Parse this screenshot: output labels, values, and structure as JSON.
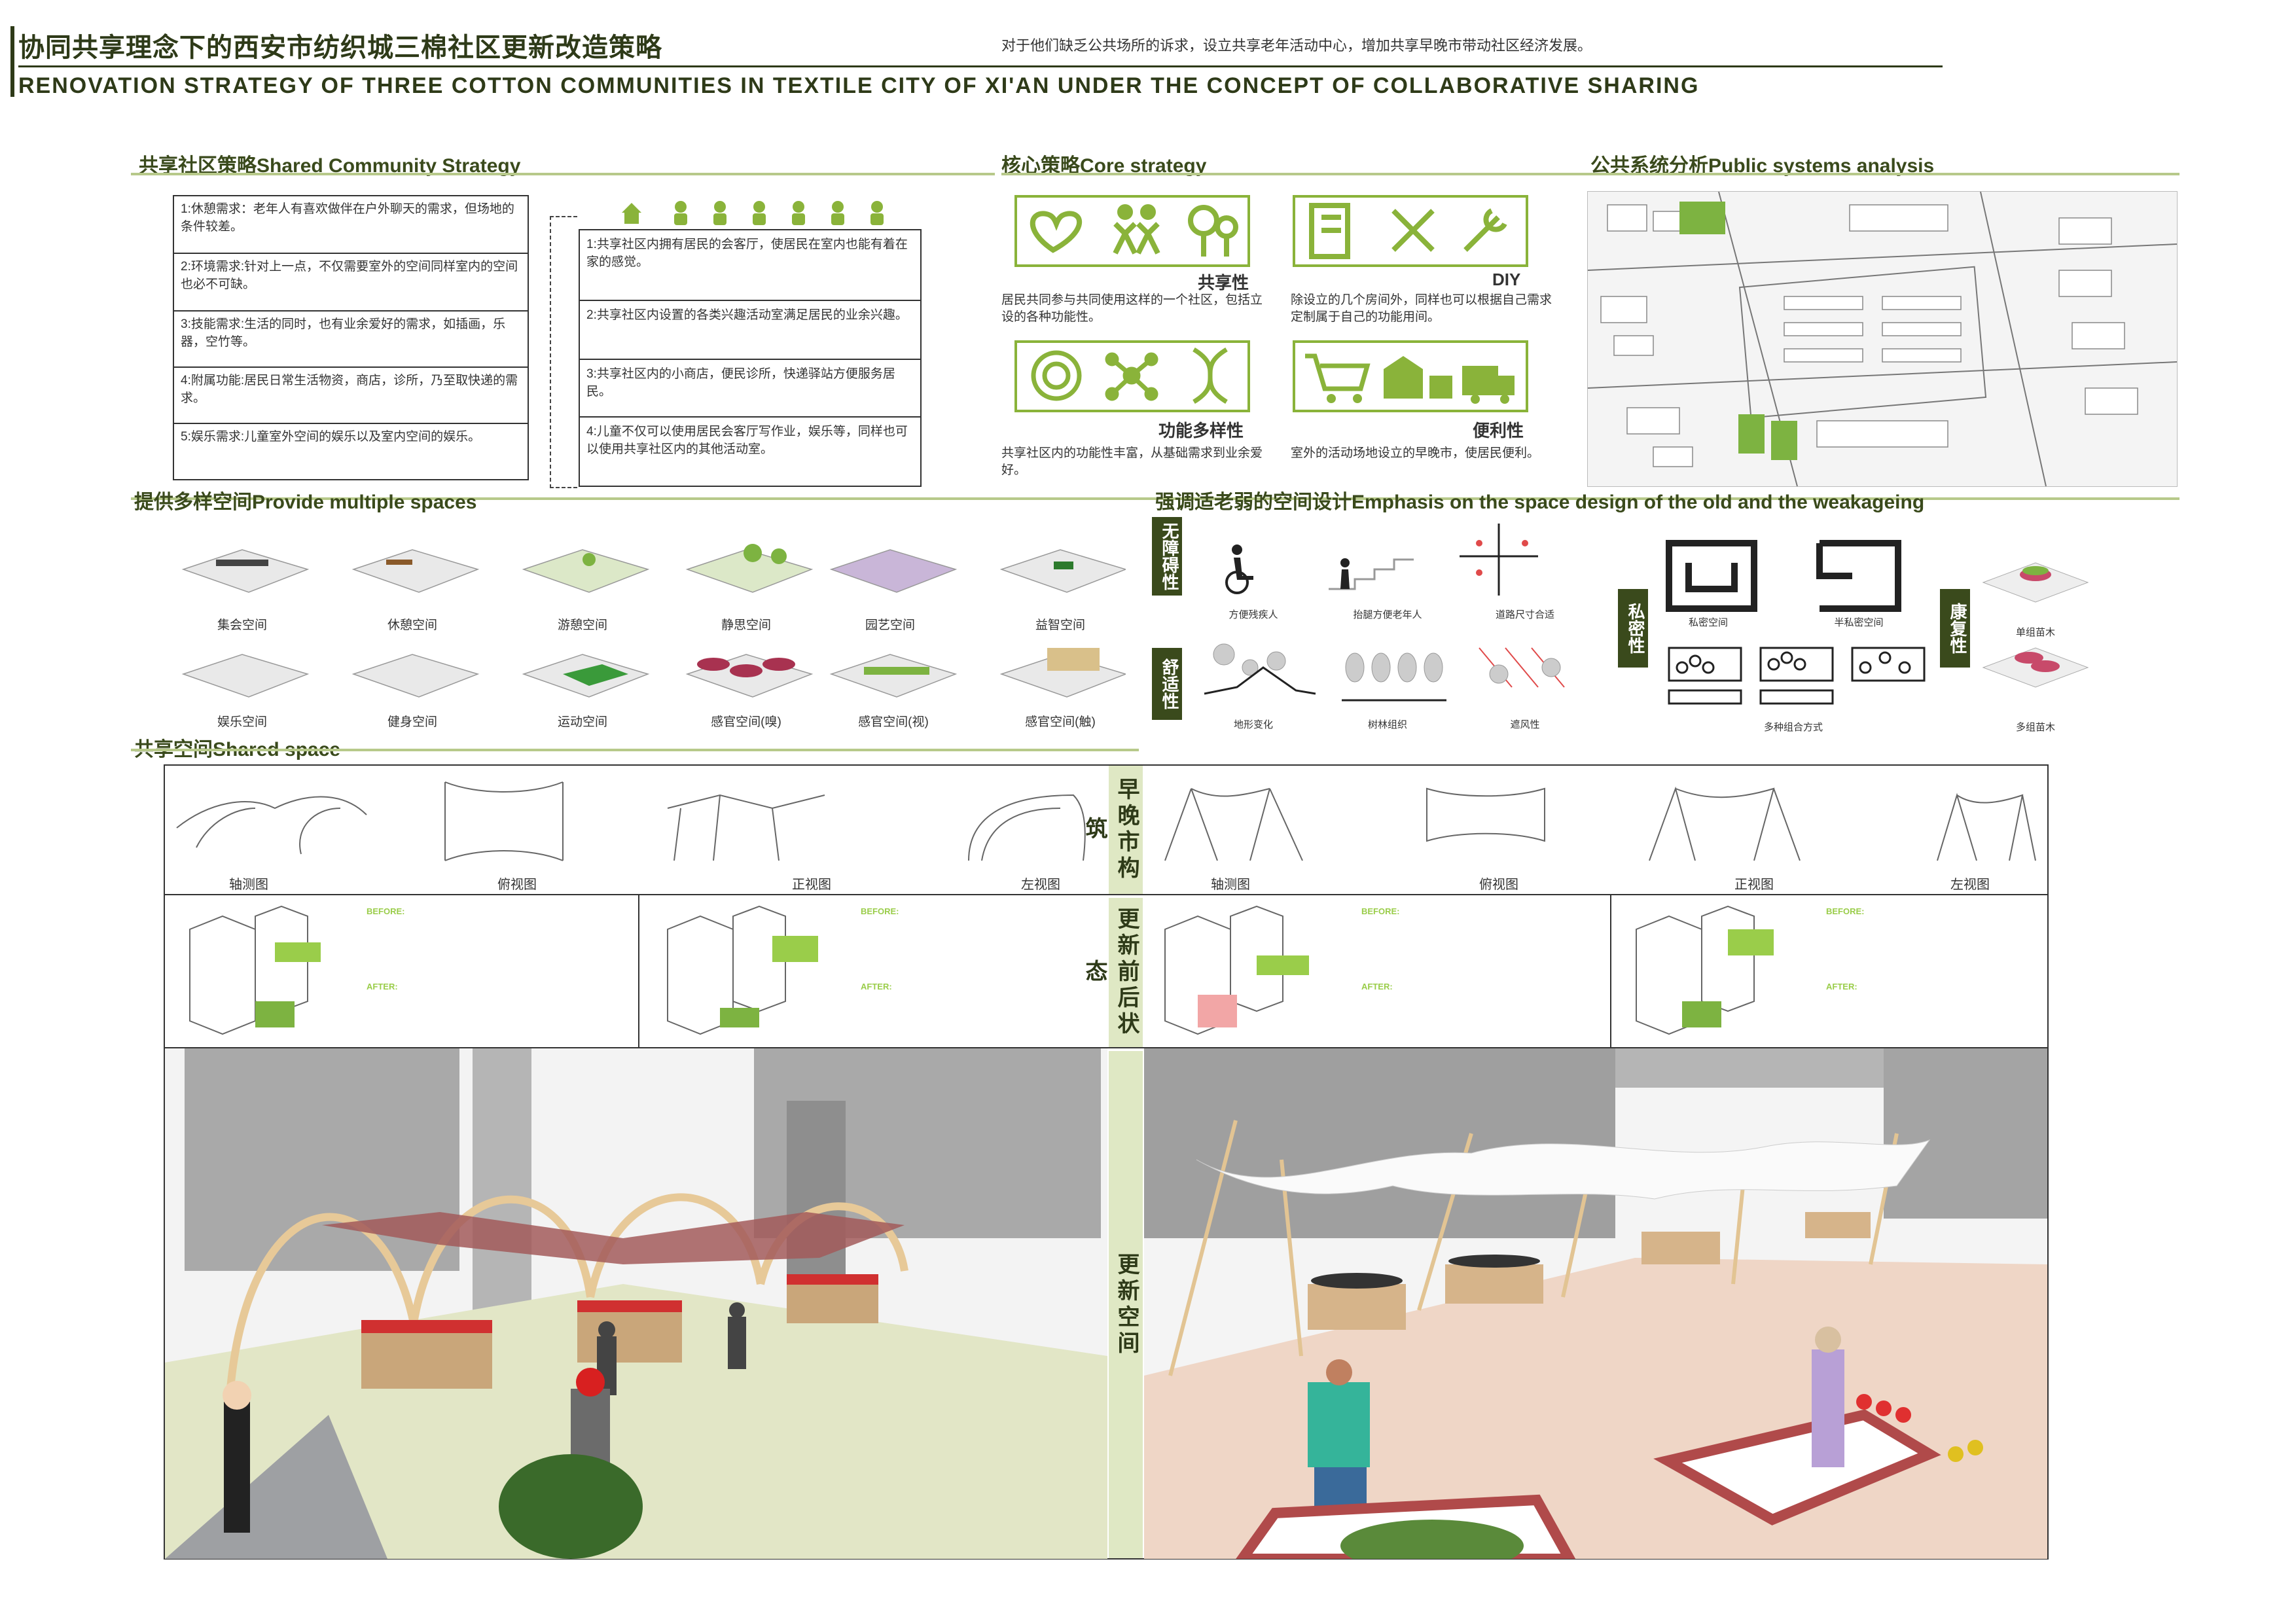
{
  "header": {
    "title_cn": "协同共享理念下的西安市纺织城三棉社区更新改造策略",
    "title_en": "RENOVATION STRATEGY OF THREE COTTON COMMUNITIES IN TEXTILE CITY OF XI'AN UNDER THE CONCEPT OF COLLABORATIVE SHARING",
    "intro": "对于他们缺乏公共场所的诉求，设立共享老年活动中心，增加共享早晚市带动社区经济发展。"
  },
  "sections": {
    "shared_strategy": "共享社区策略Shared Community Strategy",
    "core_strategy": "核心策略Core strategy",
    "public_systems": "公共系统分析Public systems analysis",
    "multiple_spaces": "提供多样空间Provide multiple spaces",
    "emphasis": "强调适老弱的空间设计Emphasis on the space design of the old and the weakageing",
    "shared_space": "共享空间Shared space"
  },
  "needs": [
    "1:休憩需求：老年人有喜欢做伴在户外聊天的需求，但场地的条件较差。",
    "2:环境需求:针对上一点，不仅需要室外的空间同样室内的空间也必不可缺。",
    "3:技能需求:生活的同时，也有业余爱好的需求，如插画，乐器，空竹等。",
    "4:附属功能:居民日常生活物资，商店，诊所，乃至取快递的需求。",
    "5:娱乐需求:儿童室外空间的娱乐以及室内空间的娱乐。"
  ],
  "share_items": [
    "1:共享社区内拥有居民的会客厅，使居民在室内也能有着在家的感觉。",
    "2:共享社区内设置的各类兴趣活动室满足居民的业余兴趣。",
    "3:共享社区内的小商店，便民诊所，快递驿站方便服务居民。",
    "4:儿童不仅可以使用居民会客厅写作业，娱乐等，同样也可以使用共享社区内的其他活动室。"
  ],
  "core": [
    {
      "label": "共享性",
      "desc": "居民共同参与共同使用这样的一个社区，包括立设的各种功能性。"
    },
    {
      "label": "DIY",
      "desc": "除设立的几个房间外，同样也可以根据自己需求定制属于自己的功能用间。"
    },
    {
      "label": "功能多样性",
      "desc": "共享社区内的功能性丰富，从基础需求到业余爱好。"
    },
    {
      "label": "便利性",
      "desc": "室外的活动场地设立的早晚市，使居民便利。"
    }
  ],
  "spaces_row1": [
    "集会空间",
    "休憩空间",
    "游憩空间",
    "静思空间",
    "园艺空间",
    "益智空间"
  ],
  "spaces_row2": [
    "娱乐空间",
    "健身空间",
    "运动空间",
    "感官空间(嗅)",
    "感官空间(视)",
    "感官空间(触)"
  ],
  "emphasis": {
    "tag_barrier_free": "无障碍性",
    "tag_comfort": "舒适性",
    "tag_privacy": "私密性",
    "tag_health": "康复性",
    "row1": [
      "方便残疾人",
      "抬腿方便老年人",
      "道路尺寸合适"
    ],
    "row2": [
      "地形变化",
      "树林组织",
      "遮风性"
    ],
    "privacy": [
      "私密空间",
      "半私密空间",
      "多种组合方式"
    ],
    "health": [
      "单组苗木",
      "多组苗木"
    ]
  },
  "shared_space": {
    "tag_market": "早晚市构筑",
    "tag_status": "更新前后状态",
    "tag_renew": "更新空间",
    "views_left": [
      "轴测图",
      "俯视图",
      "正视图",
      "左视图"
    ],
    "views_right": [
      "轴测图",
      "俯视图",
      "正视图",
      "左视图"
    ],
    "before_label": "BEFORE:",
    "after_label": "AFTER:"
  }
}
